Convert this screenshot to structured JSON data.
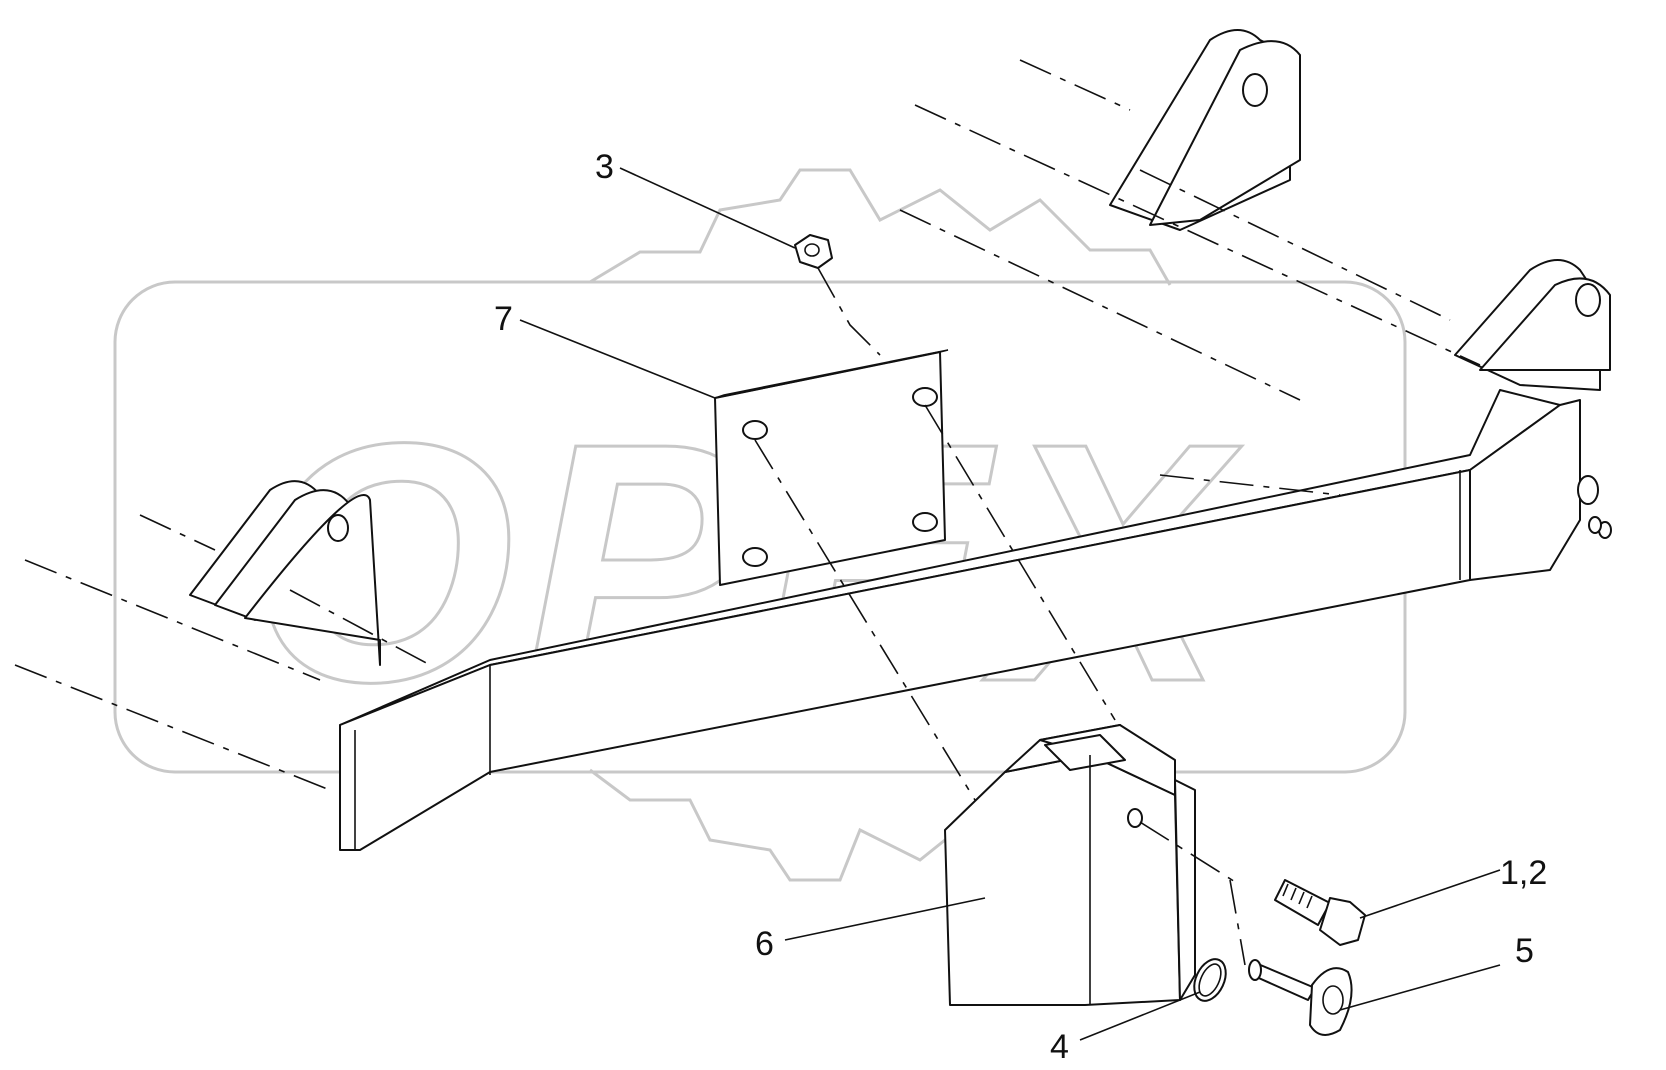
{
  "watermark": {
    "text": "OPEX"
  },
  "callouts": {
    "c3": "3",
    "c7": "7",
    "c12": "1,2",
    "c6": "6",
    "c5": "5",
    "c4": "4"
  },
  "colors": {
    "line": "#111111",
    "watermark": "#c8c8c8",
    "background": "#ffffff"
  }
}
